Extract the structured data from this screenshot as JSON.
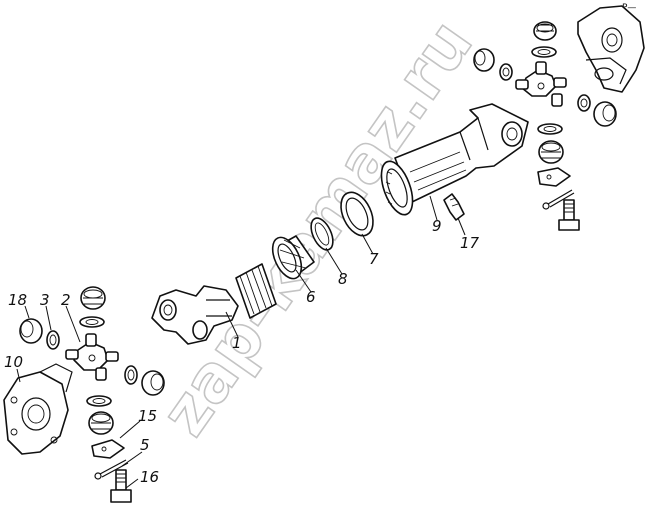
{
  "callouts": [
    "18",
    "3",
    "2",
    "10",
    "15",
    "5",
    "16",
    "1",
    "6",
    "8",
    "7",
    "9",
    "17"
  ],
  "watermark": "zap-kamaz.ru",
  "corner_mark": "P—"
}
